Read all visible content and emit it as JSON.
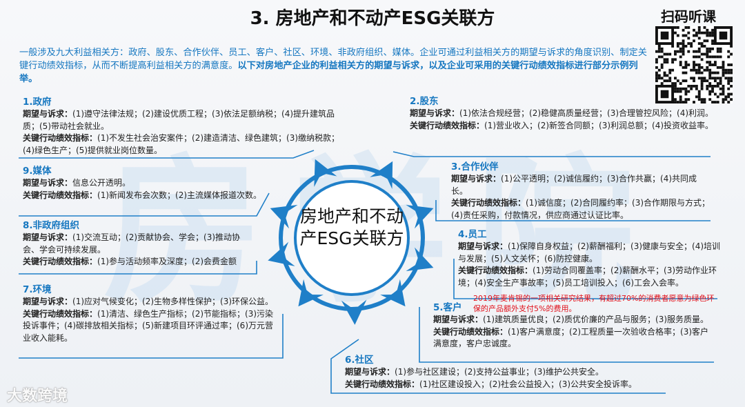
{
  "title": "3. 房地产和不动产ESG关联方",
  "scan_label": "扫码听课",
  "watermark": "房学院",
  "logo_text": "大数跨境",
  "intro": {
    "plain": "一般涉及九大利益相关方：政府、股东、合作伙伴、员工、客户、社区、环境、非政府组织、媒体。企业可通过利益相关方的期望与诉求的角度识别、制定关键行动绩效指标，从而不断提高利益相关方的满意度。",
    "bold": "以下对房地产企业的利益相关方的期望与诉求，以及企业可采用的关键行动绩效指标进行部分示例列举。"
  },
  "center_label": "房地产和不动产ESG关联方",
  "labels": {
    "expect": "期望与诉求：",
    "kpi": "关键行动绩效指标："
  },
  "sections": {
    "s1": {
      "title": "1.政府",
      "expect": "(1)遵守法律法规；(2)建设优质工程；(3)依法足额纳税；(4)提升建筑品质；(5)带动社会就业。",
      "kpi": "(1)不发生社会治安案件；(2)建造清洁、绿色建筑；(3)缴纳税款；(4)绿色生产；(5)提供就业岗位数量。"
    },
    "s2": {
      "title": "2.股东",
      "expect": "(1)依法合规经营；(2)稳健高质量经营；(3)合理管控风险；(4)利润。",
      "kpi": "(1)营业收入；(2)新签合同额；(3)利润总额；(4)投资收益率。"
    },
    "s3": {
      "title": "3.合作伙伴",
      "expect": "(1)公平透明；(2)诚信履约；(3)合作共赢；(4)共同成长。",
      "kpi": "(1)诚信度；(2)合同履约率；(3)合作期限与方式；(4)责任采购，付款情况，供应商通过认证比率。"
    },
    "s4": {
      "title": "4.员工",
      "expect": "(1)保障自身权益；(2)薪酬福利；(3)健康与安全；(4)培训与发展；(5)人文关怀；(6)防控健康。",
      "kpi": "(1)劳动合同覆盖率；(2)薪酬水平；(3)劳动作业环境；(4)安全生产事故率；(5)员工培训投入；(6)工会入会率。"
    },
    "s5": {
      "title": "5.客户",
      "expect": "(1)建筑质量优良；(2)质优价廉的产品与服务；(3)服务质量。",
      "kpi": "(1)客户满意度；(2)工程质量一次验收合格率；(3)客户满意度，客户忠诚度。"
    },
    "s6": {
      "title": "6.社区",
      "expect": "(1)参与社区建设；(2)支持公益事业；(3)维护公共安全。",
      "kpi": "(1)社区建设投入；(2)社会公益投入；(3)公共安全投诉率。"
    },
    "s7": {
      "title": "7.环境",
      "expect": "(1)应对气候变化；(2)生物多样性保护；(3)环保公益。",
      "kpi": "(1)清洁、绿色生产指标；(2)节能指标；(3)污染投诉事件；(4)碳排放相关指标；(5)新建项目环评通过率；(6)万元营业收入能耗。"
    },
    "s8": {
      "title": "8.非政府组织",
      "expect": "(1)交流互动；(2)贡献协会、学会；(3)推动协会、学会可持续发展。",
      "kpi": "(1)参与活动频率及深度；(2)会费金额"
    },
    "s9": {
      "title": "9.媒体",
      "expect": "信息公开透明。",
      "kpi": "(1)新闻发布会次数；(2)主流媒体报道次数。"
    }
  },
  "note": "2019年麦肯锡的一项相关研究结果，有超过70%的消费者愿意为绿色环保的产品额外支付5%的费用。",
  "colors": {
    "accent": "#1677c0",
    "ring": "#1f7fc8",
    "note": "#e0101a"
  }
}
